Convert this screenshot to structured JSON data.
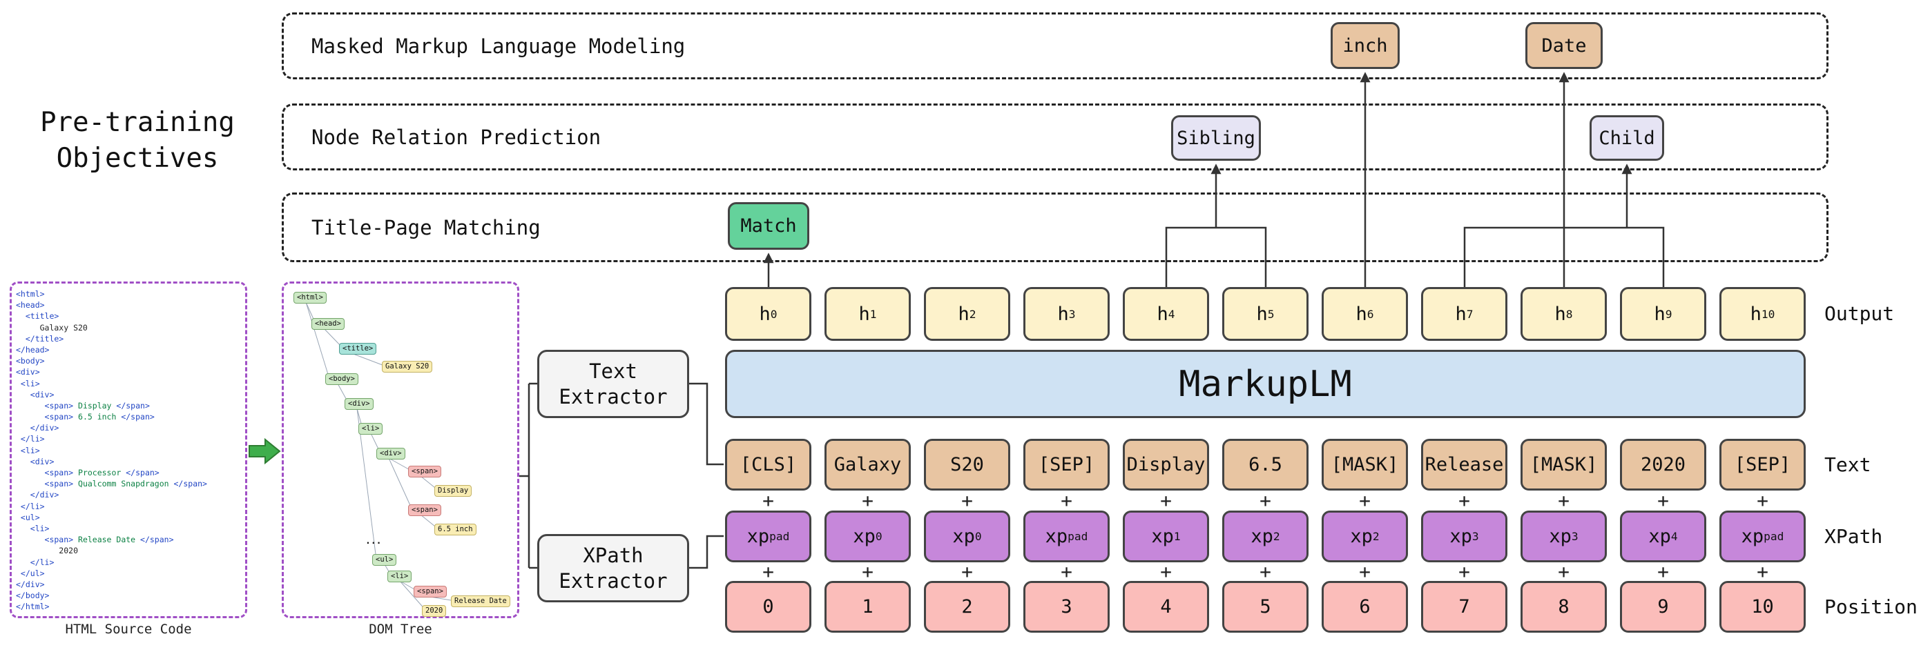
{
  "pretraining_title": {
    "line1": "Pre-training",
    "line2": "Objectives"
  },
  "objectives": {
    "mmlm": "Masked Markup Language Modeling",
    "nrp": "Node Relation Prediction",
    "tpm": "Title-Page Matching"
  },
  "predictions": {
    "inch": "inch",
    "date": "Date",
    "sibling": "Sibling",
    "child": "Child",
    "match": "Match"
  },
  "model_name": "MarkupLM",
  "extractors": {
    "text": {
      "line1": "Text",
      "line2": "Extractor"
    },
    "xpath": {
      "line1": "XPath",
      "line2": "Extractor"
    }
  },
  "row_labels": {
    "output": "Output",
    "text": "Text",
    "xpath": "XPath",
    "position": "Position"
  },
  "plus": "+",
  "tokens": {
    "output": [
      {
        "b": "h",
        "s": "0"
      },
      {
        "b": "h",
        "s": "1"
      },
      {
        "b": "h",
        "s": "2"
      },
      {
        "b": "h",
        "s": "3"
      },
      {
        "b": "h",
        "s": "4"
      },
      {
        "b": "h",
        "s": "5"
      },
      {
        "b": "h",
        "s": "6"
      },
      {
        "b": "h",
        "s": "7"
      },
      {
        "b": "h",
        "s": "8"
      },
      {
        "b": "h",
        "s": "9"
      },
      {
        "b": "h",
        "s": "10"
      }
    ],
    "text": [
      "[CLS]",
      "Galaxy",
      "S20",
      "[SEP]",
      "Display",
      "6.5",
      "[MASK]",
      "Release",
      "[MASK]",
      "2020",
      "[SEP]"
    ],
    "xpath": [
      {
        "b": "xp",
        "s": "pad"
      },
      {
        "b": "xp",
        "s": "0"
      },
      {
        "b": "xp",
        "s": "0"
      },
      {
        "b": "xp",
        "s": "pad"
      },
      {
        "b": "xp",
        "s": "1"
      },
      {
        "b": "xp",
        "s": "2"
      },
      {
        "b": "xp",
        "s": "2"
      },
      {
        "b": "xp",
        "s": "3"
      },
      {
        "b": "xp",
        "s": "3"
      },
      {
        "b": "xp",
        "s": "4"
      },
      {
        "b": "xp",
        "s": "pad"
      }
    ],
    "position": [
      "0",
      "1",
      "2",
      "3",
      "4",
      "5",
      "6",
      "7",
      "8",
      "9",
      "10"
    ]
  },
  "panels": {
    "html_source": {
      "caption": "HTML Source Code",
      "lines": [
        [
          [
            "tag",
            "<html>"
          ]
        ],
        [
          [
            "tag",
            "<head>"
          ]
        ],
        [
          [
            "tag",
            "  <title>"
          ]
        ],
        [
          [
            "val",
            "     Galaxy S20"
          ]
        ],
        [
          [
            "tag",
            "  </title>"
          ]
        ],
        [
          [
            "tag",
            "</head>"
          ]
        ],
        [
          [
            "tag",
            "<body>"
          ]
        ],
        [
          [
            "tag",
            "<div>"
          ]
        ],
        [
          [
            "tag",
            " <li>"
          ]
        ],
        [
          [
            "tag",
            "   <div>"
          ]
        ],
        [
          [
            "tag",
            "      <span> "
          ],
          [
            "txt",
            "Display"
          ],
          [
            "tag",
            " </span>"
          ]
        ],
        [
          [
            "tag",
            "      <span> "
          ],
          [
            "txt",
            "6.5 inch"
          ],
          [
            "tag",
            " </span>"
          ]
        ],
        [
          [
            "tag",
            "   </div>"
          ]
        ],
        [
          [
            "tag",
            " </li>"
          ]
        ],
        [
          [
            "tag",
            " <li>"
          ]
        ],
        [
          [
            "tag",
            "   <div>"
          ]
        ],
        [
          [
            "tag",
            "      <span> "
          ],
          [
            "txt",
            "Processor"
          ],
          [
            "tag",
            " </span>"
          ]
        ],
        [
          [
            "tag",
            "      <span> "
          ],
          [
            "txt",
            "Qualcomm Snapdragon"
          ],
          [
            "tag",
            " </span>"
          ]
        ],
        [
          [
            "tag",
            "   </div>"
          ]
        ],
        [
          [
            "tag",
            " </li>"
          ]
        ],
        [
          [
            "tag",
            " <ul>"
          ]
        ],
        [
          [
            "tag",
            "   <li>"
          ]
        ],
        [
          [
            "tag",
            "      <span> "
          ],
          [
            "txt",
            "Release Date"
          ],
          [
            "tag",
            " </span>"
          ]
        ],
        [
          [
            "val",
            "         2020"
          ]
        ],
        [
          [
            "tag",
            "   </li>"
          ]
        ],
        [
          [
            "tag",
            " </ul>"
          ]
        ],
        [
          [
            "tag",
            "</div>"
          ]
        ],
        [
          [
            "tag",
            "</body>"
          ]
        ],
        [
          [
            "tag",
            "</html>"
          ]
        ]
      ]
    },
    "dom_tree": {
      "caption": "DOM Tree",
      "nodes": [
        {
          "label": "<html>",
          "type": "green"
        },
        {
          "label": "<head>",
          "type": "green"
        },
        {
          "label": "<title>",
          "type": "teal"
        },
        {
          "label": "Galaxy S20",
          "type": "yellow"
        },
        {
          "label": "<body>",
          "type": "green"
        },
        {
          "label": "<div>",
          "type": "green"
        },
        {
          "label": "<li>",
          "type": "green"
        },
        {
          "label": "<div>",
          "type": "green"
        },
        {
          "label": "<span>",
          "type": "pink"
        },
        {
          "label": "Display",
          "type": "yellow"
        },
        {
          "label": "<span>",
          "type": "pink"
        },
        {
          "label": "6.5 inch",
          "type": "yellow"
        },
        {
          "label": "...",
          "type": "dots"
        },
        {
          "label": "<ul>",
          "type": "green"
        },
        {
          "label": "<li>",
          "type": "green"
        },
        {
          "label": "<span>",
          "type": "pink"
        },
        {
          "label": "Release Date",
          "type": "yellow"
        },
        {
          "label": "2020",
          "type": "yellow"
        }
      ]
    }
  },
  "colors": {
    "output_box": "#fdf2cb",
    "model_box": "#cfe2f3",
    "text_box": "#e8c5a2",
    "xpath_box": "#c687da",
    "position_box": "#fbbdba",
    "relation_box": "#e6e4f4",
    "match_box": "#64d29b",
    "panel_border": "#a04fc6",
    "green_arrow": "#3fae4c"
  }
}
